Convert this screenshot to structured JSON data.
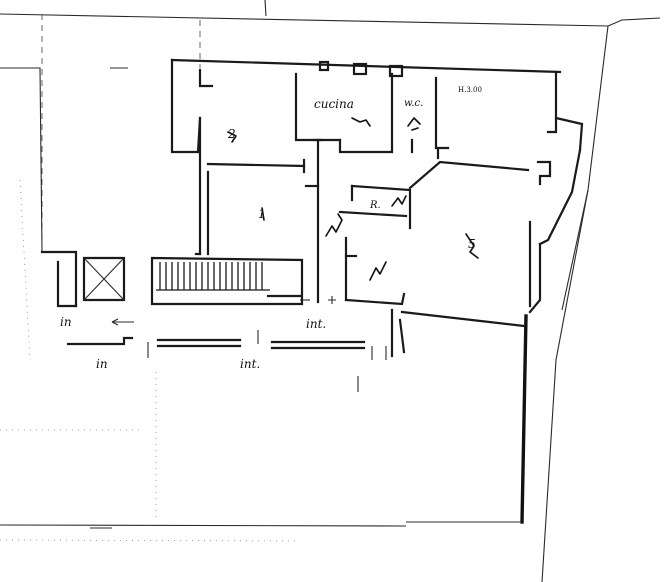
{
  "labels": {
    "kitchen": "cucina",
    "wc": "w.c.",
    "height_note": "H.3.00",
    "room_1": "1",
    "room_2": "2",
    "room_5": "5",
    "closet": "R.",
    "entry_left_upper": "in",
    "entry_left_lower": "in",
    "interior_upper": "int.",
    "interior_lower": "int."
  }
}
